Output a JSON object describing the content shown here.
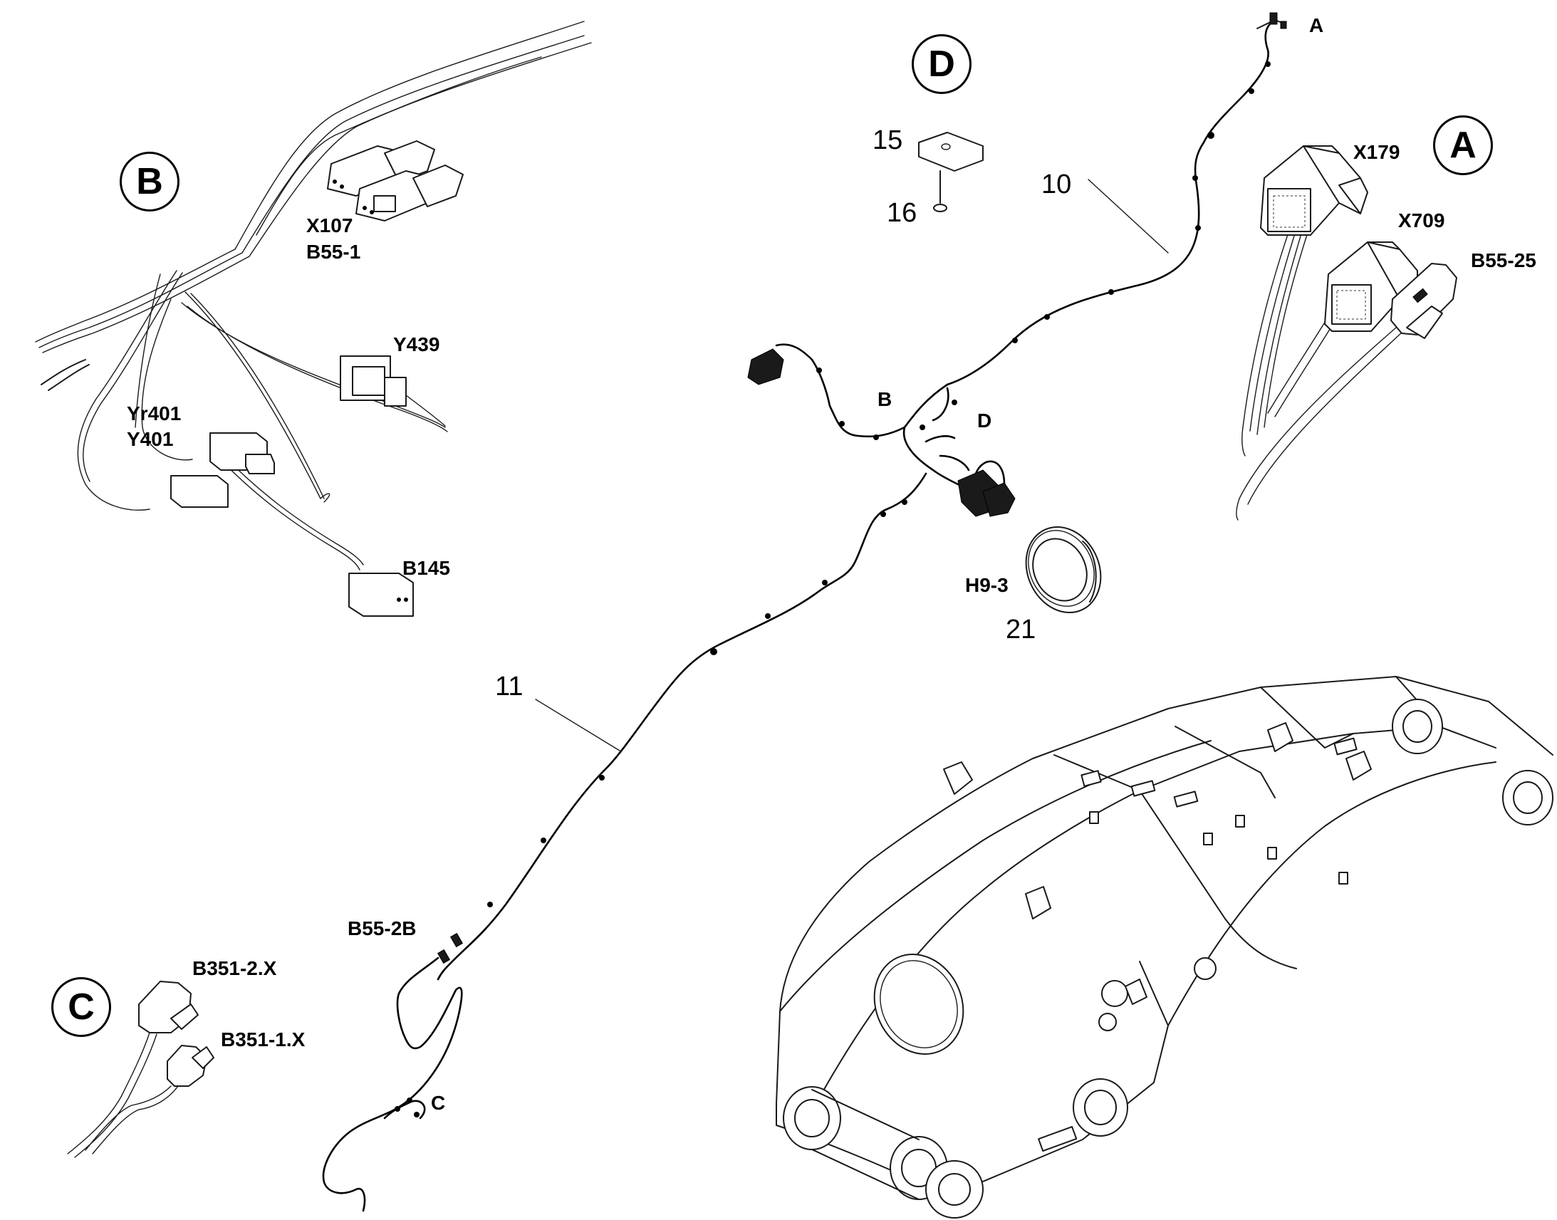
{
  "callouts": {
    "detail_a": "A",
    "detail_b": "B",
    "detail_c": "C",
    "detail_d": "D"
  },
  "connector_codes": {
    "x107": "X107",
    "b55_1": "B55-1",
    "y439": "Y439",
    "yr401": "Yr401",
    "y401": "Y401",
    "b145": "B145",
    "x179": "X179",
    "x709": "X709",
    "b55_25": "B55-25",
    "h9_3": "H9-3",
    "b55_2b": "B55-2B",
    "b351_2x": "B351-2.X",
    "b351_1x": "B351-1.X"
  },
  "harness_markers": {
    "a": "A",
    "b": "B",
    "c": "C",
    "d": "D"
  },
  "part_numbers": {
    "p10": "10",
    "p11": "11",
    "p15": "15",
    "p16": "16",
    "p21": "21"
  }
}
